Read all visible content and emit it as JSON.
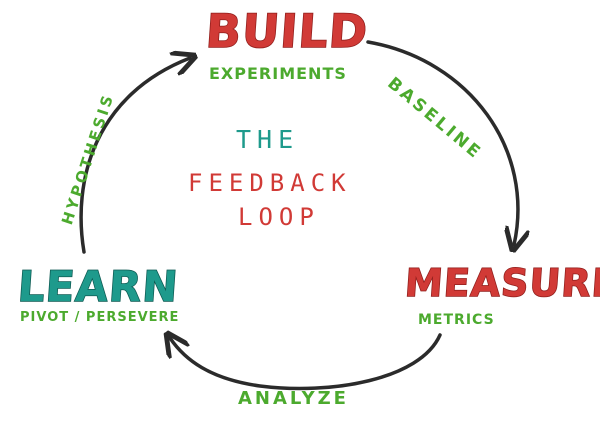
{
  "nodes": {
    "build": {
      "title": "BUILD",
      "subtitle": "EXPERIMENTS"
    },
    "measure": {
      "title": "MEASURE",
      "subtitle": "METRICS"
    },
    "learn": {
      "title": "LEARN",
      "subtitle": "PIVOT / PERSEVERE"
    }
  },
  "edges": {
    "build_to_measure": "BASELINE",
    "measure_to_learn": "ANALYZE",
    "learn_to_build": "HYPOTHESIS"
  },
  "center": {
    "line1": "THE",
    "line2": "FEEDBACK",
    "line3": "LOOP"
  },
  "colors": {
    "red": "#d13a36",
    "teal": "#1e9a8c",
    "green": "#4caa2e",
    "arrow": "#2b2b2b"
  }
}
